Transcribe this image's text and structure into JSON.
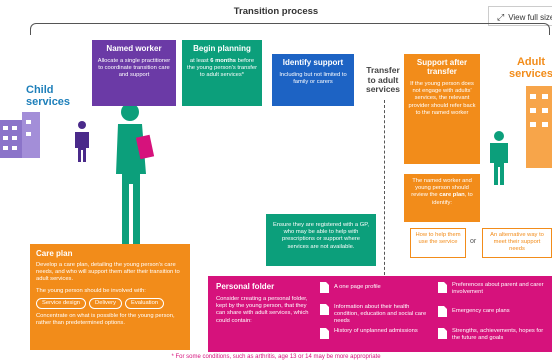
{
  "header": {
    "title": "Transition process",
    "view_full": "View full size"
  },
  "columns": {
    "child": "Child services",
    "transfer": "Transfer to adult services",
    "adult": "Adult services"
  },
  "named_worker": {
    "title": "Named worker",
    "body": "Allocate a single practitioner to coordinate transition care and support"
  },
  "begin_planning": {
    "title": "Begin planning",
    "body_pre": "at least ",
    "body_bold": "6 months",
    "body_post": " before the young person's transfer to adult services*"
  },
  "identify_support": {
    "title": "Identify support",
    "body": "Including but not limited to family or carers"
  },
  "support_after": {
    "title": "Support after transfer",
    "body": "If the young person does not engage with adults' services, the relevant provider should refer back to the named worker"
  },
  "review": {
    "body_pre": "The named worker and young person should review the ",
    "body_bold": "care plan",
    "body_post": ", to identify:",
    "option1": "How to help them use the service",
    "or": "or",
    "option2": "An alternative way to meet their support needs"
  },
  "gp": {
    "body": "Ensure they are registered with a GP, who may be able to help with prescriptions or support where services are not available."
  },
  "care_plan": {
    "title": "Care plan",
    "body1": "Develop a care plan, detailing the young person's care needs, and who will support them after their transition to adult services.",
    "body2": "The young person should be involved with:",
    "pills": [
      "Service design",
      "Delivery",
      "Evaluation"
    ],
    "body3": "Concentrate on what is possible for the young person, rather than predetermined options."
  },
  "personal_folder": {
    "title": "Personal folder",
    "body": "Consider creating a personal folder, kept by the young person, that they can share with adult services, which could contain:",
    "items": [
      "A one page profile",
      "Information about their health condition, education and social care needs",
      "History of unplanned admissions",
      "Preferences about parent and carer involvement",
      "Emergency care plans",
      "Strengths, achievements, hopes for the future and goals"
    ]
  },
  "footnote": "* For some conditions, such as arthritis, age 13 or 14 may be more appropriate",
  "colors": {
    "purple": "#6b3aa6",
    "green": "#0c9f7b",
    "blue": "#1d63c4",
    "orange": "#f28c1a",
    "magenta": "#d6127c",
    "label_blue": "#1d7fba"
  }
}
